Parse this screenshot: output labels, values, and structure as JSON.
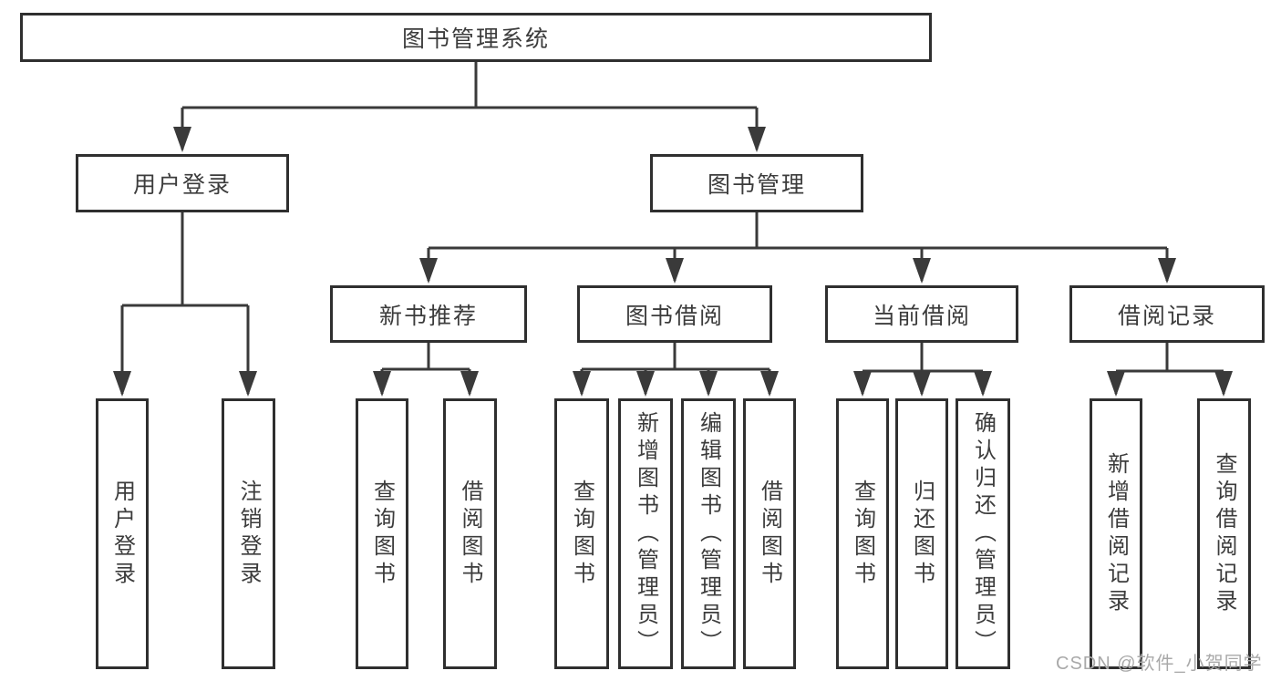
{
  "diagram": {
    "root": {
      "label": "图书管理系统"
    },
    "level2": [
      {
        "label": "用户登录"
      },
      {
        "label": "图书管理"
      }
    ],
    "level3": [
      {
        "label": "新书推荐"
      },
      {
        "label": "图书借阅"
      },
      {
        "label": "当前借阅"
      },
      {
        "label": "借阅记录"
      }
    ],
    "leaves": [
      {
        "label": "用户登录"
      },
      {
        "label": "注销登录"
      },
      {
        "label": "查询图书"
      },
      {
        "label": "借阅图书"
      },
      {
        "label": "查询图书"
      },
      {
        "label": "新增图书（管理员）"
      },
      {
        "label": "编辑图书（管理员）"
      },
      {
        "label": "借阅图书"
      },
      {
        "label": "查询图书"
      },
      {
        "label": "归还图书"
      },
      {
        "label": "确认归还（管理员）"
      },
      {
        "label": "新增借阅记录"
      },
      {
        "label": "查询借阅记录"
      }
    ],
    "watermark": "CSDN @软件_小贺同学",
    "colors": {
      "line": "#3a3a3a",
      "border": "#2f2f2f",
      "text": "#3c3c3c",
      "watermark": "#a9a9a9",
      "background": "#ffffff"
    }
  }
}
